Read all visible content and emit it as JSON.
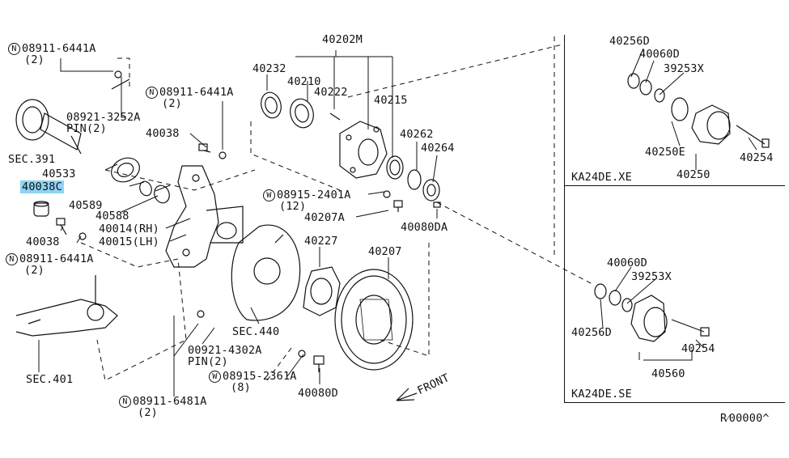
{
  "diagram": {
    "highlight_color": "#8fd3f5",
    "labels": {
      "n_08911_6441a_top": "08911-6441A",
      "qty_2_a": "(2)",
      "pin_08921_3252a": "08921-3252A",
      "pin_2_a": "PIN(2)",
      "sec_391": "SEC.391",
      "p40533": "40533",
      "p40038c": "40038C",
      "p40589": "40589",
      "p40588": "40588",
      "p40014": "40014(RH)",
      "p40015": "40015(LH)",
      "p40038_b": "40038",
      "n_08911_6441a_low": "08911-6441A",
      "qty_2_b": "(2)",
      "sec_401": "SEC.401",
      "n_08911_6441a_mid": "08911-6441A",
      "qty_2_c": "(2)",
      "p40038_a": "40038",
      "p40202m": "40202M",
      "p40232": "40232",
      "p40210": "40210",
      "p40222": "40222",
      "p40215": "40215",
      "p40262": "40262",
      "p40264": "40264",
      "w_08915_2401a": "08915-2401A",
      "qty_12": "(12)",
      "p40207a": "40207A",
      "p40080da": "40080DA",
      "p40227": "40227",
      "p40207": "40207",
      "sec_440": "SEC.440",
      "pin_00921_4302a": "00921-4302A",
      "pin_2_b": "PIN(2)",
      "w_08915_2361a": "08915-2361A",
      "qty_8": "(8)",
      "p40080d": "40080D",
      "front": "FRONT",
      "n_08911_6481a": "08911-6481A",
      "qty_2_d": "(2)",
      "p40256d_top": "40256D",
      "p40060d_top": "40060D",
      "p39253x_top": "39253X",
      "p40250e": "40250E",
      "p40254_top": "40254",
      "p40250": "40250",
      "engine_xe": "KA24DE.XE",
      "p40060d_bot": "40060D",
      "p39253x_bot": "39253X",
      "p40256d_bot": "40256D",
      "p40254_bot": "40254",
      "p40560": "40560",
      "engine_se": "KA24DE.SE",
      "ref_code": "R⁄00000^"
    },
    "markers": {
      "n": "N",
      "w": "W"
    }
  }
}
